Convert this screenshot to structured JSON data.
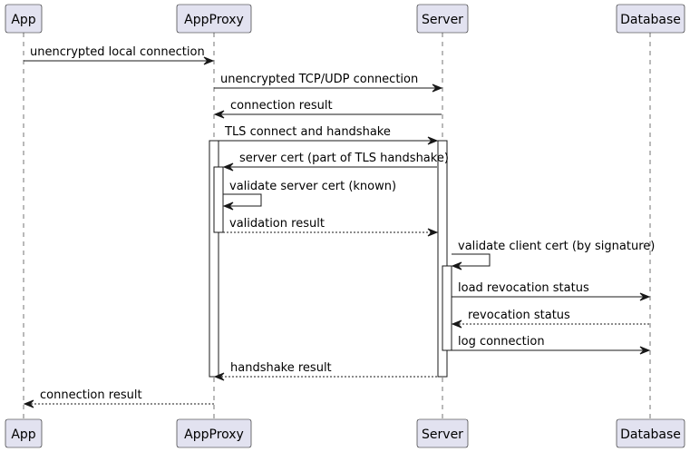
{
  "diagram": {
    "participants": [
      {
        "id": "app",
        "label": "App"
      },
      {
        "id": "proxy",
        "label": "AppProxy"
      },
      {
        "id": "server",
        "label": "Server"
      },
      {
        "id": "db",
        "label": "Database"
      }
    ],
    "messages": [
      {
        "from": "app",
        "to": "proxy",
        "text": "unencrypted local connection",
        "style": "solid"
      },
      {
        "from": "proxy",
        "to": "server",
        "text": "unencrypted TCP/UDP connection",
        "style": "solid"
      },
      {
        "from": "server",
        "to": "proxy",
        "text": "connection result",
        "style": "solid"
      },
      {
        "from": "proxy",
        "to": "server",
        "text": "TLS connect and handshake",
        "style": "solid"
      },
      {
        "from": "server",
        "to": "proxy",
        "text": "server cert (part of TLS handshake)",
        "style": "solid"
      },
      {
        "from": "proxy",
        "to": "proxy",
        "text": "validate server cert (known)",
        "style": "solid"
      },
      {
        "from": "proxy",
        "to": "server",
        "text": "validation result",
        "style": "dashed"
      },
      {
        "from": "server",
        "to": "server",
        "text": "validate client cert (by signature)",
        "style": "solid"
      },
      {
        "from": "server",
        "to": "db",
        "text": "load revocation status",
        "style": "solid"
      },
      {
        "from": "db",
        "to": "server",
        "text": "revocation status",
        "style": "dashed"
      },
      {
        "from": "server",
        "to": "db",
        "text": "log connection",
        "style": "solid"
      },
      {
        "from": "server",
        "to": "proxy",
        "text": "handshake result",
        "style": "dashed"
      },
      {
        "from": "proxy",
        "to": "app",
        "text": "connection result",
        "style": "dashed"
      }
    ]
  }
}
